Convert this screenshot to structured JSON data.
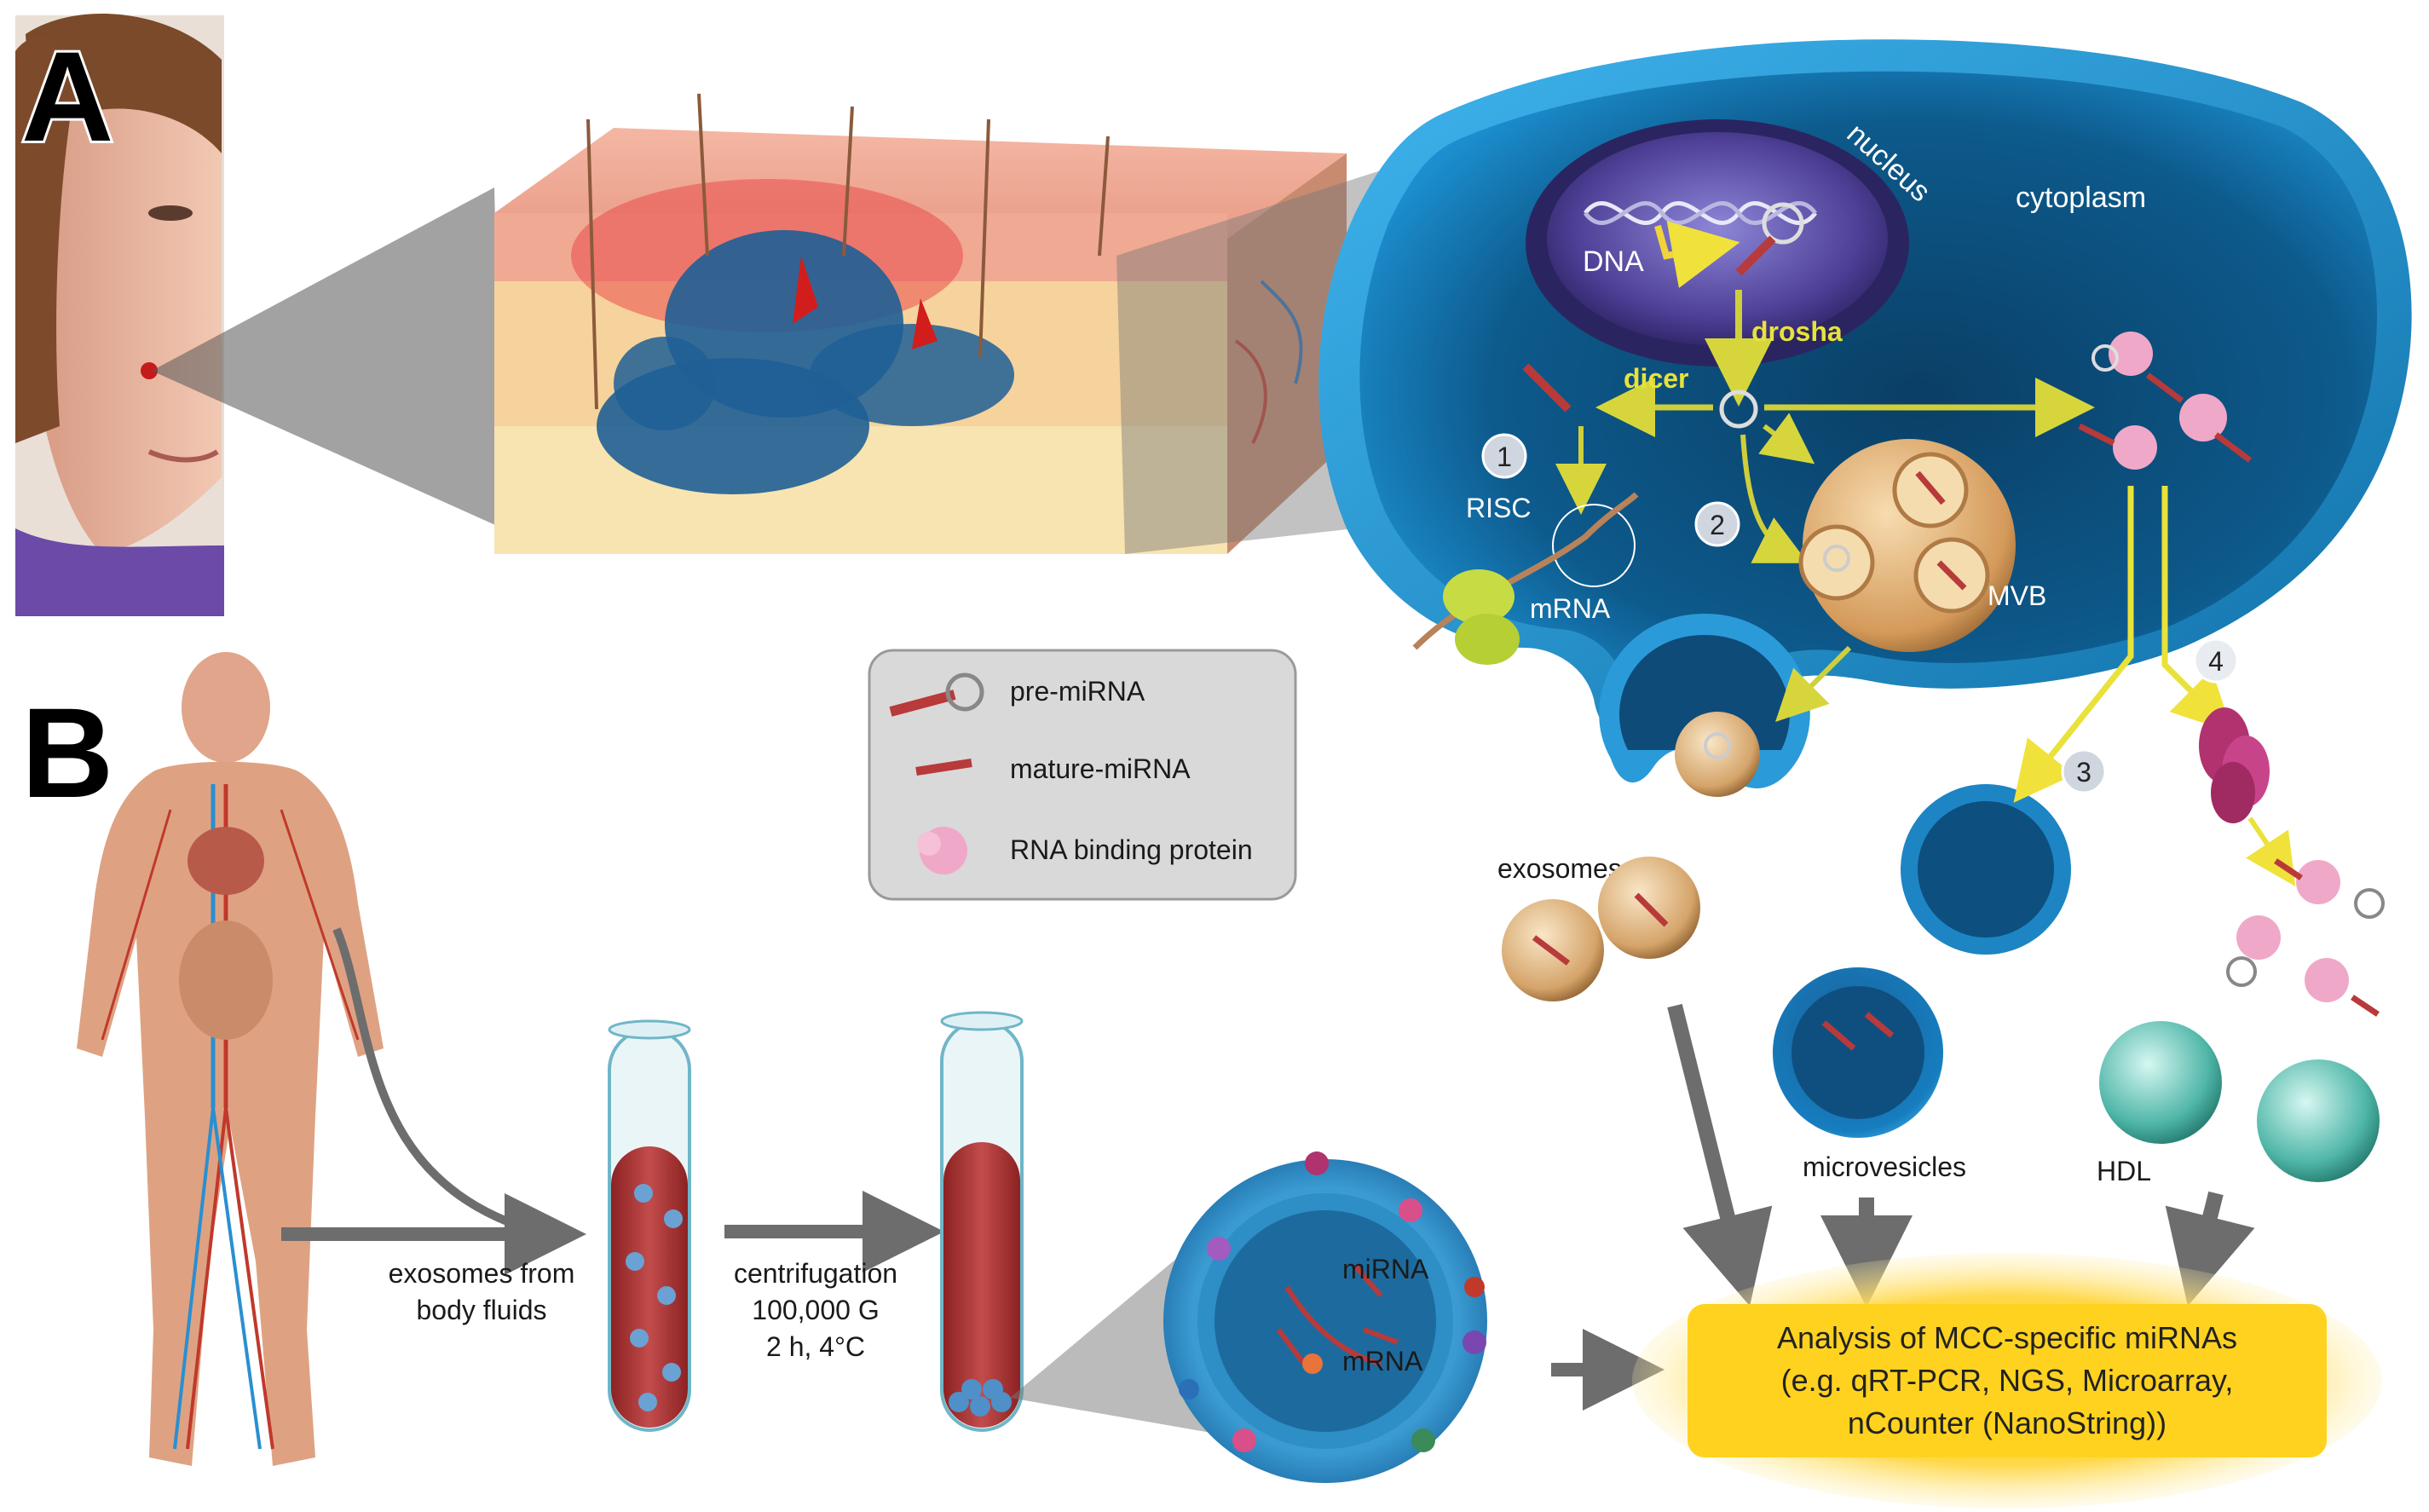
{
  "panels": {
    "a": "A",
    "b": "B"
  },
  "cell": {
    "nucleus": "nucleus",
    "cytoplasm": "cytoplasm",
    "dna": "DNA",
    "drosha": "drosha",
    "dicer": "dicer",
    "risc": "RISC",
    "mrna": "mRNA",
    "mvb": "MVB",
    "exosomes": "exosomes",
    "microvesicles": "microvesicles",
    "hdl": "HDL",
    "steps": [
      "1",
      "2",
      "3",
      "4"
    ]
  },
  "legend": {
    "items": [
      {
        "label": "pre-miRNA",
        "icon": "pre-mirna-icon"
      },
      {
        "label": "mature-miRNA",
        "icon": "mature-mirna-icon"
      },
      {
        "label": "RNA binding protein",
        "icon": "rna-binding-protein-icon"
      }
    ]
  },
  "workflow": {
    "step1": [
      "exosomes from",
      "body fluids"
    ],
    "step2": [
      "centrifugation",
      "100,000 G",
      "2 h, 4°C"
    ],
    "exosome_mirna": "miRNA",
    "exosome_mrna": "mRNA"
  },
  "analysis": {
    "lines": [
      "Analysis of  MCC-specific miRNAs",
      "(e.g. qRT-PCR, NGS, Microarray,",
      "nCounter (NanoString))"
    ]
  },
  "colors": {
    "cell_blue": "#1b8fc9",
    "cytoplasm_dark": "#0b4f7a",
    "arrow_yellow": "#d4d43a",
    "analysis_yellow": "#ffd21f",
    "mirna_red": "#b83a3a",
    "rbp_pink": "#f0a8c8",
    "arrow_gray": "#6d6d6d"
  }
}
